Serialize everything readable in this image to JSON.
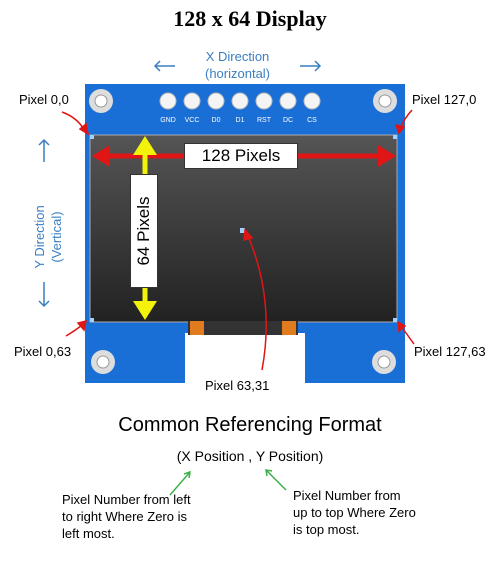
{
  "title": "128 x 64 Display",
  "x_direction": {
    "line1": "X Direction",
    "line2": "(horizontal)"
  },
  "y_direction": {
    "line1": "Y Direction",
    "line2": "(Vertical)"
  },
  "pins": [
    "GND",
    "VCC",
    "D0",
    "D1",
    "RST",
    "DC",
    "CS"
  ],
  "labels": {
    "top_left": "Pixel 0,0",
    "top_right": "Pixel 127,0",
    "bottom_left": "Pixel 0,63",
    "bottom_right": "Pixel 127,63",
    "center": "Pixel 63,31"
  },
  "width_label": "128 Pixels",
  "height_label": "64 Pixels",
  "format_heading": "Common Referencing Format",
  "format_text": "(X Position , Y Position)",
  "note_x": "Pixel Number from left to right Where Zero is left most.",
  "note_y": "Pixel Number from up to top Where Zero is top most.",
  "colors": {
    "board": "#1a6fd6",
    "screen": "#3a3a3a",
    "arrow": "#e01515",
    "height_arrow": "#f2f20a",
    "accent": "#3a7fc1"
  }
}
